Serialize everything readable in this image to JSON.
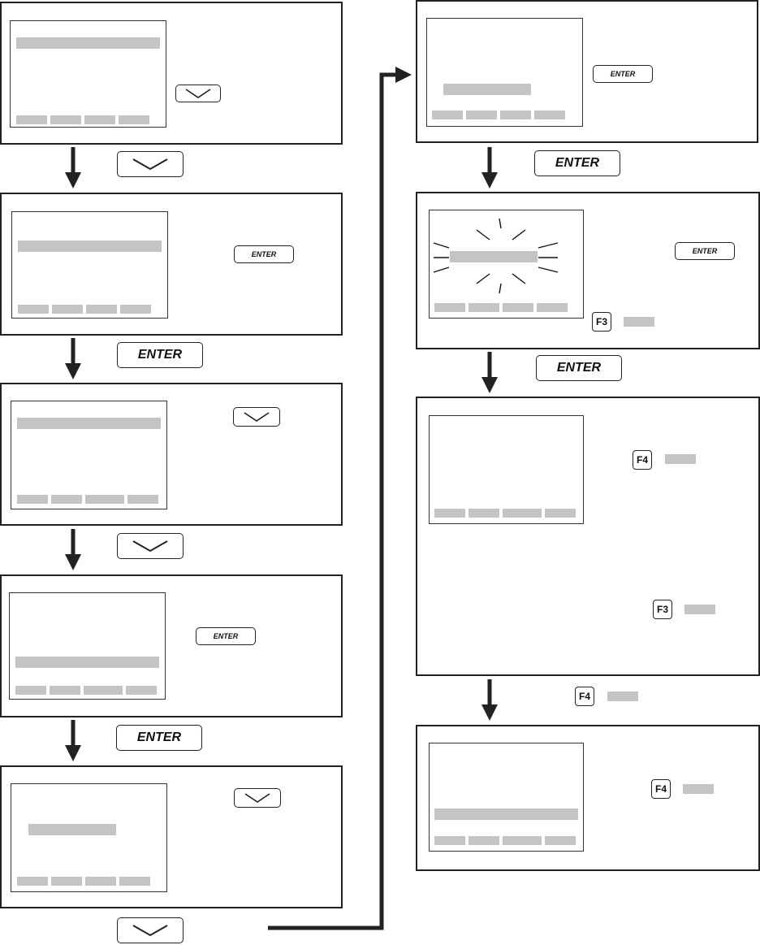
{
  "keys": {
    "enter": "ENTER",
    "down_icon": "chevron-down-icon",
    "f3": "F3",
    "f4": "F4"
  },
  "colors": {
    "line": "#222222",
    "placeholder": "#c4c4c4"
  }
}
